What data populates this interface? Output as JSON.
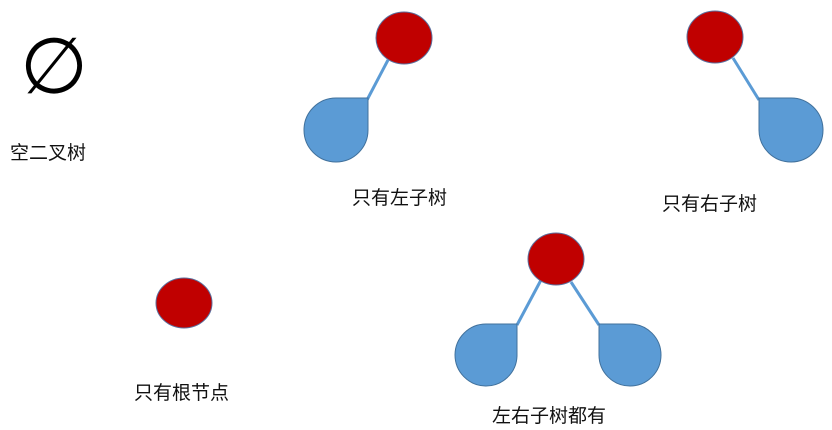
{
  "colors": {
    "node_fill": "#c00000",
    "node_stroke": "#5b6e9c",
    "subtree_fill": "#5b9bd5",
    "subtree_stroke": "#41719c",
    "edge": "#5b9bd5"
  },
  "cases": {
    "empty": {
      "symbol": "∅",
      "label": "空二叉树"
    },
    "left_only": {
      "label": "只有左子树"
    },
    "right_only": {
      "label": "只有右子树"
    },
    "root_only": {
      "label": "只有根节点"
    },
    "both": {
      "label": "左右子树都有"
    }
  }
}
